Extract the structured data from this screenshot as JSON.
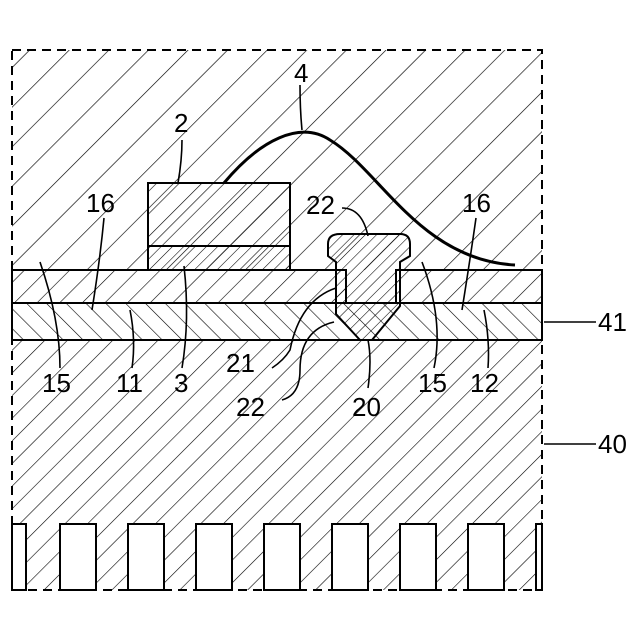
{
  "labels": {
    "die": "2",
    "wire": "4",
    "die_attach": "3",
    "conductor_left": "11",
    "conductor_right": "12",
    "plated_surface_left": "15",
    "plated_surface_right": "15",
    "edge_left": "16",
    "edge_right": "16",
    "fastener": "20",
    "fastener_shank": "21",
    "fastener_head": "22",
    "fastener_tip": "22",
    "insulator_layer": "41",
    "base_block": "40"
  },
  "colors": {
    "stroke": "#000000",
    "background": "#ffffff"
  },
  "icons": {
    "fin_array": "heatsink-fins"
  }
}
